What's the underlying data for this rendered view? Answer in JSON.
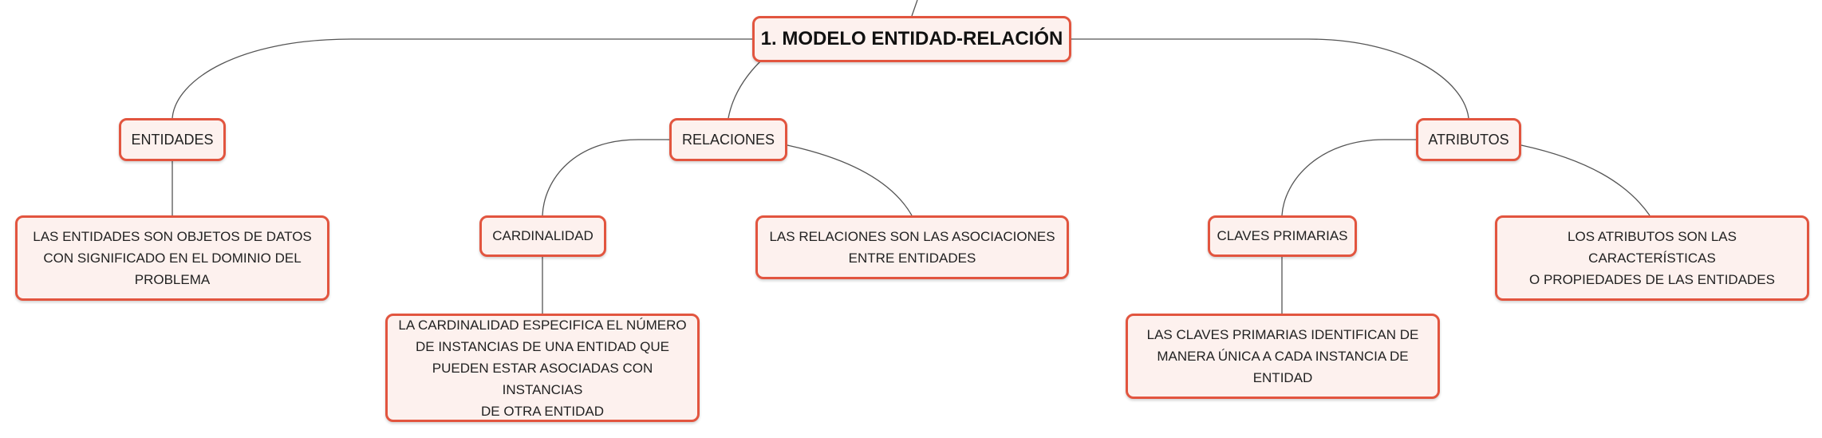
{
  "colors": {
    "node_fill": "#fdf1ee",
    "node_border": "#e2553f",
    "connector": "#555555",
    "text": "#222222"
  },
  "root": {
    "label": "1. MODELO ENTIDAD-RELACIÓN"
  },
  "topics": {
    "entidades": {
      "label": "ENTIDADES",
      "description": "LAS ENTIDADES SON OBJETOS DE DATOS\nCON SIGNIFICADO EN EL DOMINIO DEL\nPROBLEMA"
    },
    "relaciones": {
      "label": "RELACIONES",
      "description": "LAS RELACIONES SON LAS ASOCIACIONES\nENTRE ENTIDADES",
      "cardinalidad": {
        "label": "CARDINALIDAD",
        "description": "LA CARDINALIDAD ESPECIFICA EL NÚMERO\nDE INSTANCIAS DE UNA ENTIDAD QUE\nPUEDEN ESTAR ASOCIADAS CON INSTANCIAS\nDE OTRA ENTIDAD"
      }
    },
    "atributos": {
      "label": "ATRIBUTOS",
      "description": "LOS ATRIBUTOS SON LAS CARACTERÍSTICAS\nO PROPIEDADES DE LAS ENTIDADES",
      "claves": {
        "label": "CLAVES PRIMARIAS",
        "description": "LAS CLAVES PRIMARIAS IDENTIFICAN DE\nMANERA ÚNICA A CADA INSTANCIA DE\nENTIDAD"
      }
    }
  }
}
